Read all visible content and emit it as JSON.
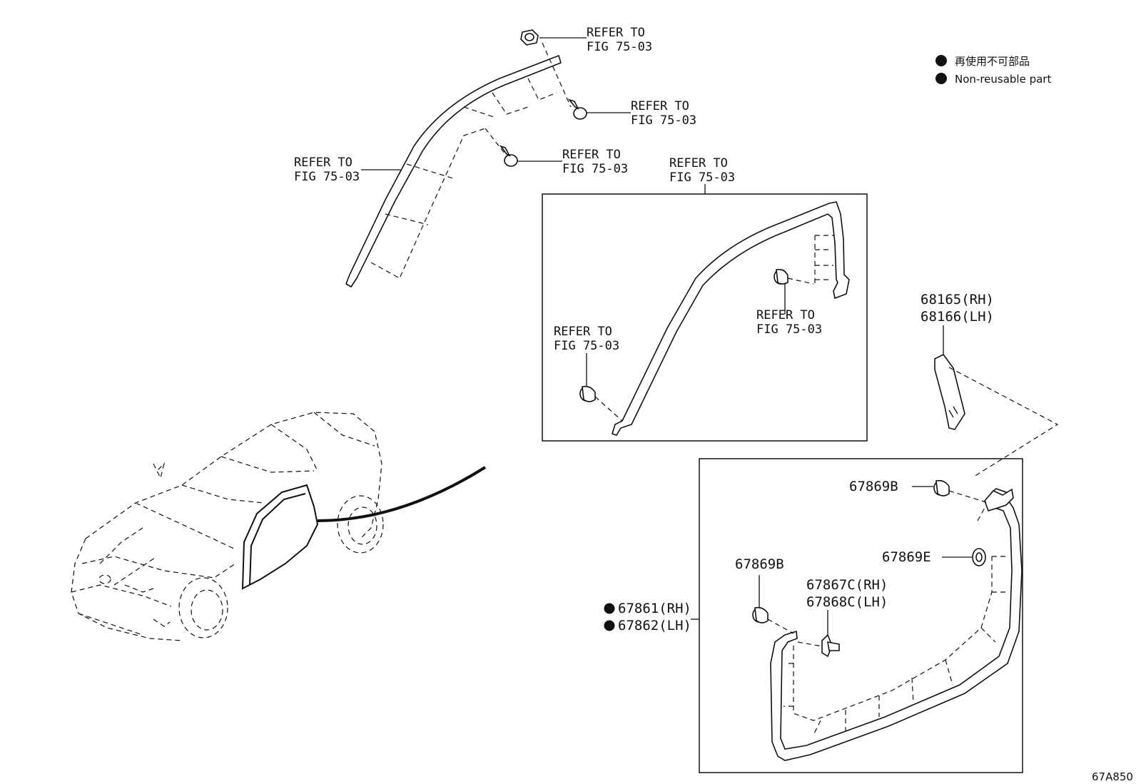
{
  "legend": {
    "jp": "再使用不可部品",
    "en": "Non-reusable part"
  },
  "refs": {
    "nut": [
      "REFER TO",
      "FIG 75-03"
    ],
    "clip_top": [
      "REFER TO",
      "FIG 75-03"
    ],
    "clip_mid": [
      "REFER TO",
      "FIG 75-03"
    ],
    "pillar_left": [
      "REFER TO",
      "FIG 75-03"
    ],
    "box_top": [
      "REFER TO",
      "FIG 75-03"
    ],
    "box_inner": [
      "REFER TO",
      "FIG 75-03"
    ],
    "box_left": [
      "REFER TO",
      "FIG 75-03"
    ]
  },
  "parts": {
    "p68165": "68165(RH)",
    "p68166": "68166(LH)",
    "p67869b_top": "67869B",
    "p67869e": "67869E",
    "p67869b_left": "67869B",
    "p67867c": "67867C(RH)",
    "p67868c": "67868C(LH)",
    "p67861": "67861(RH)",
    "p67862": "67862(LH)"
  },
  "diagram_code": "67A850",
  "icons": {
    "non_reusable": "filled-circle-icon"
  }
}
